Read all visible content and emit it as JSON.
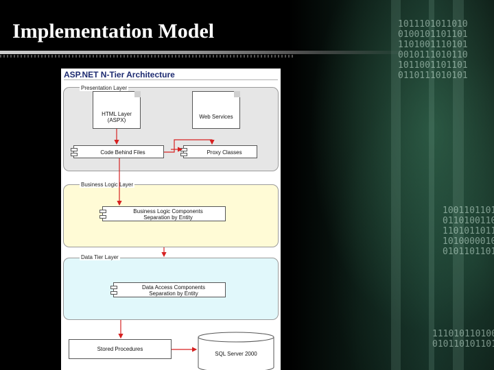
{
  "slide": {
    "title": "Implementation Model"
  },
  "diagram": {
    "title": "ASP.NET N-Tier Architecture",
    "layers": {
      "presentation": {
        "label": "Presentation Layer"
      },
      "business": {
        "label": "Business Logic Layer"
      },
      "data": {
        "label": "Data Tier Layer"
      }
    },
    "nodes": {
      "html_layer": {
        "line1": "HTML Layer",
        "line2": "(ASPX)"
      },
      "web_services": {
        "line1": "Web Services"
      },
      "code_behind": {
        "line1": "Code Behind Files"
      },
      "proxy_classes": {
        "line1": "Proxy Classes"
      },
      "business_components": {
        "line1": "Business Logic Components",
        "line2": "Separation by Entity"
      },
      "data_components": {
        "line1": "Data Access Components",
        "line2": "Separation by Entity"
      },
      "stored_procedures": {
        "line1": "Stored Procedures"
      },
      "sql_server": {
        "line1": "SQL Server 2000"
      }
    }
  },
  "theme": {
    "background": "#000000",
    "title_color": "#ffffff",
    "diagram_title_color": "#1c2a70",
    "presentation_fill": "#e6e6e6",
    "business_fill": "#fffbd6",
    "data_fill": "#e1f8fb",
    "arrow_color": "#d62020"
  }
}
